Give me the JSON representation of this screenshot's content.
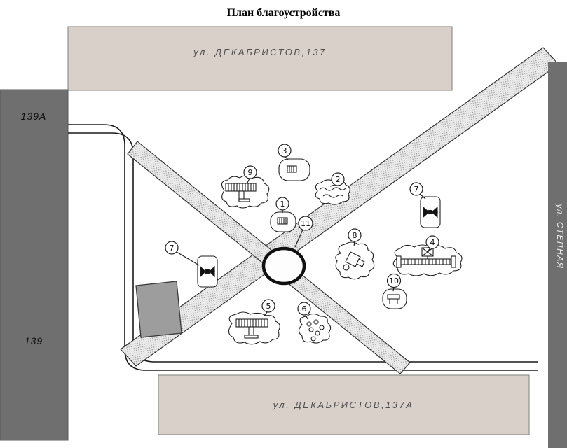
{
  "title": "План благоустройства",
  "labels": {
    "top_building": "ул. ДЕКАБРИСТОВ,137",
    "bottom_building": "ул. ДЕКАБРИСТОВ,137А",
    "left_building_upper": "139А",
    "left_building_lower": "139",
    "right_street": "ул. СТЕПНАЯ"
  },
  "callouts": {
    "c1": "1",
    "c2": "2",
    "c3": "3",
    "c4": "4",
    "c5": "5",
    "c6": "6",
    "c7_left": "7",
    "c7_right": "7",
    "c8": "8",
    "c9": "9",
    "c10": "10",
    "c11": "11"
  },
  "colors": {
    "residential_building_fill": "#d9d1c9",
    "side_building_fill": "#6f6f6f",
    "utility_building_fill": "#9d9d9d",
    "walkway_speckle": "#8a8a8a",
    "line": "#1a1a1a"
  }
}
